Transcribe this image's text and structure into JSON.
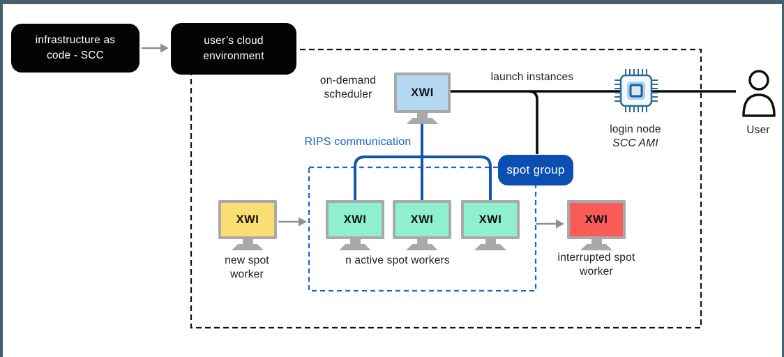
{
  "palette": {
    "window_edge": "#47606d",
    "black_node_bg": "#040404",
    "scheduler_screen": "#b5d8f2",
    "active_worker_screen": "#8ef0cc",
    "new_worker_screen": "#fbde72",
    "interrupted_worker_screen": "#f95b57",
    "monitor_frame": "#a9a9a9",
    "comm_line_blue": "#1356af",
    "boundary_dashed_blue": "#1f63c8",
    "rips_text_blue": "#155fc4",
    "spot_group_bg": "#0c4fb2",
    "arrow_gray": "#909090",
    "main_line_black": "#0a0a0a"
  },
  "nodes": {
    "iac": {
      "line1": "infrastructure as",
      "line2": "code - SCC"
    },
    "cloud": {
      "line1": "user’s cloud",
      "line2": "environment"
    },
    "scheduler": {
      "label1": "on-demand",
      "label2": "scheduler",
      "screen": "XWI"
    },
    "spot_group": {
      "label": "spot group"
    },
    "login_node": {
      "label1": "login node",
      "label2": "SCC AMI"
    },
    "user": {
      "label": "User"
    }
  },
  "workers": {
    "new": {
      "screen": "XWI",
      "label1": "new spot",
      "label2": "worker"
    },
    "active": {
      "screens": [
        "XWI",
        "XWI",
        "XWI"
      ],
      "label": "n active spot workers"
    },
    "interrupted": {
      "screen": "XWI",
      "label1": "interrupted spot",
      "label2": "worker"
    }
  },
  "edges": {
    "launch_label": "launch instances",
    "rips_label": "RIPS communication"
  },
  "icons": {
    "chip": "cpu-chip-icon",
    "person": "user-icon"
  }
}
